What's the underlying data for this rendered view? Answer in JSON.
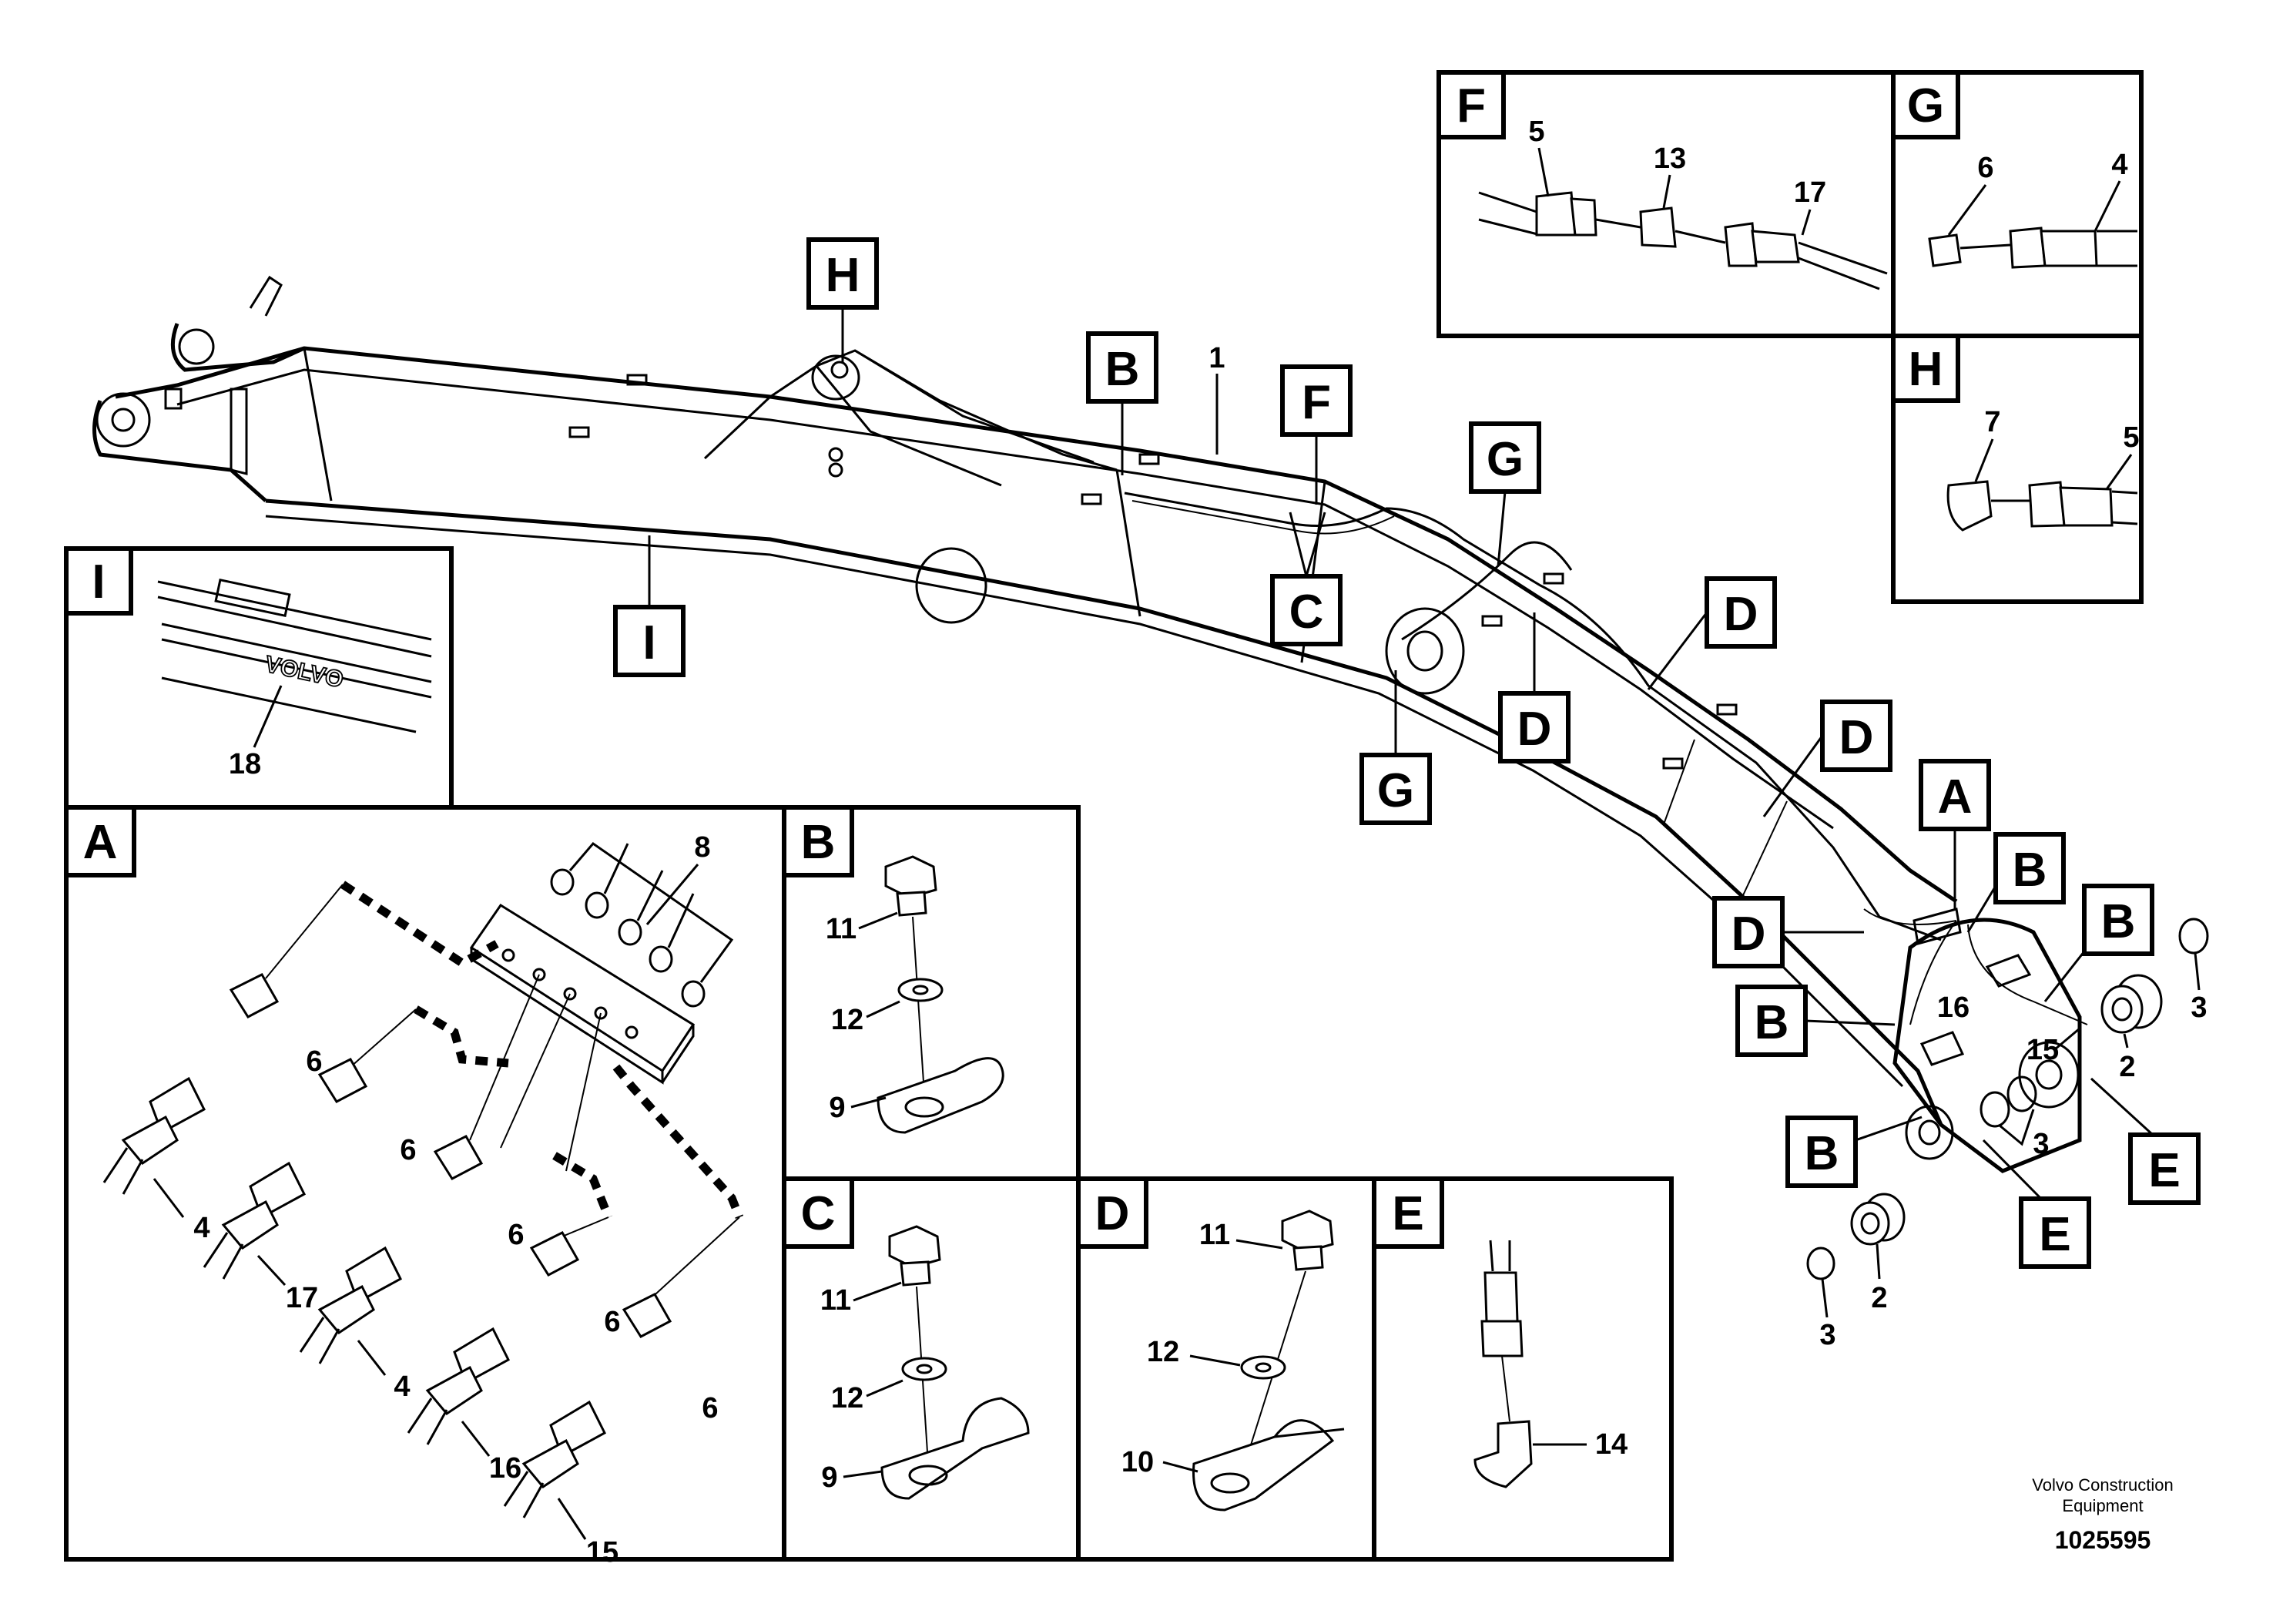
{
  "views": {
    "A": "A",
    "B": "B",
    "C": "C",
    "D": "D",
    "E": "E",
    "F": "F",
    "G": "G",
    "H": "H",
    "I": "I"
  },
  "parts": {
    "p1": "1",
    "p2": "2",
    "p3": "3",
    "p4": "4",
    "p5": "5",
    "p6": "6",
    "p7": "7",
    "p8": "8",
    "p9": "9",
    "p10": "10",
    "p11": "11",
    "p12": "12",
    "p13": "13",
    "p14": "14",
    "p15": "15",
    "p16": "16",
    "p17": "17",
    "p18": "18"
  },
  "decal_text": "VOLVO",
  "footer": {
    "credit_line1": "Volvo Construction",
    "credit_line2": "Equipment",
    "doc_number": "1025595"
  }
}
